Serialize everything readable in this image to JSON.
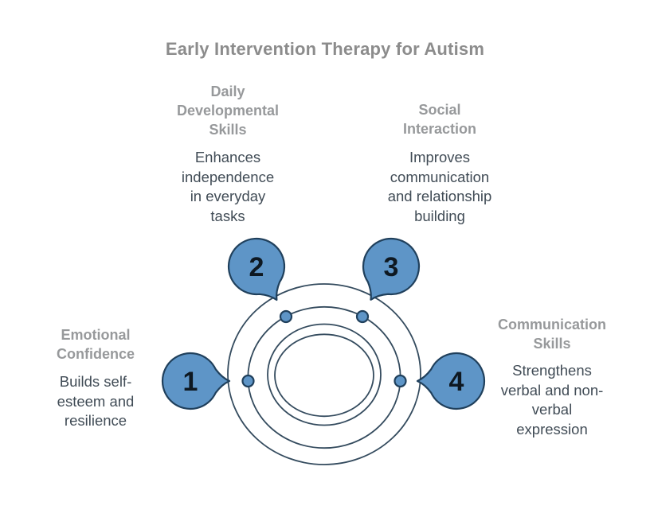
{
  "title": "Early Intervention Therapy for Autism",
  "colors": {
    "background": "#ffffff",
    "title_text": "#8c8c8c",
    "heading_text": "#97999b",
    "body_text": "#414c56",
    "accent_fill": "#5e95c7",
    "accent_outline": "#20405c",
    "ring_stroke": "#344b5e",
    "number_text": "#0e1821"
  },
  "items": [
    {
      "number": "1",
      "title": "Emotional\nConfidence",
      "description": "Builds self-\nesteem and\nresilience",
      "position": "left"
    },
    {
      "number": "2",
      "title": "Daily\nDevelopmental\nSkills",
      "description": "Enhances\nindependence\nin everyday\ntasks",
      "position": "top-left"
    },
    {
      "number": "3",
      "title": "Social\nInteraction",
      "description": "Improves\ncommunication\nand relationship\nbuilding",
      "position": "top-right"
    },
    {
      "number": "4",
      "title": "Communication\nSkills",
      "description": "Strengthens\nverbal and non-\nverbal\nexpression",
      "position": "right"
    }
  ]
}
